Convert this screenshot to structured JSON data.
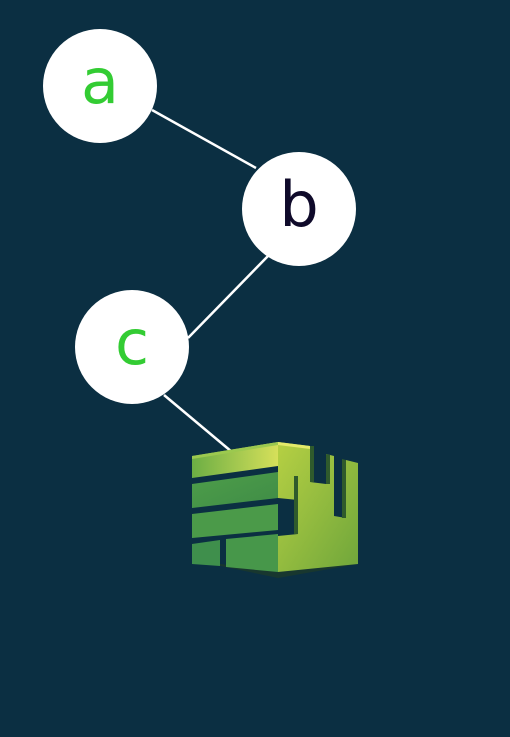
{
  "diagram": {
    "nodes": [
      {
        "id": "a",
        "label": "a",
        "color": "#33cc33"
      },
      {
        "id": "b",
        "label": "b",
        "color": "#0f0a2a"
      },
      {
        "id": "c",
        "label": "c",
        "color": "#33cc33"
      }
    ],
    "edges": [
      {
        "from": "a",
        "to": "b"
      },
      {
        "from": "b",
        "to": "c"
      },
      {
        "from": "c",
        "to": "cube"
      }
    ],
    "cube_icon": "green-brick-cube-icon"
  },
  "colors": {
    "background": "#0b2f42",
    "node_fill": "#ffffff",
    "edge": "#ffffff",
    "accent_green": "#33cc33"
  }
}
